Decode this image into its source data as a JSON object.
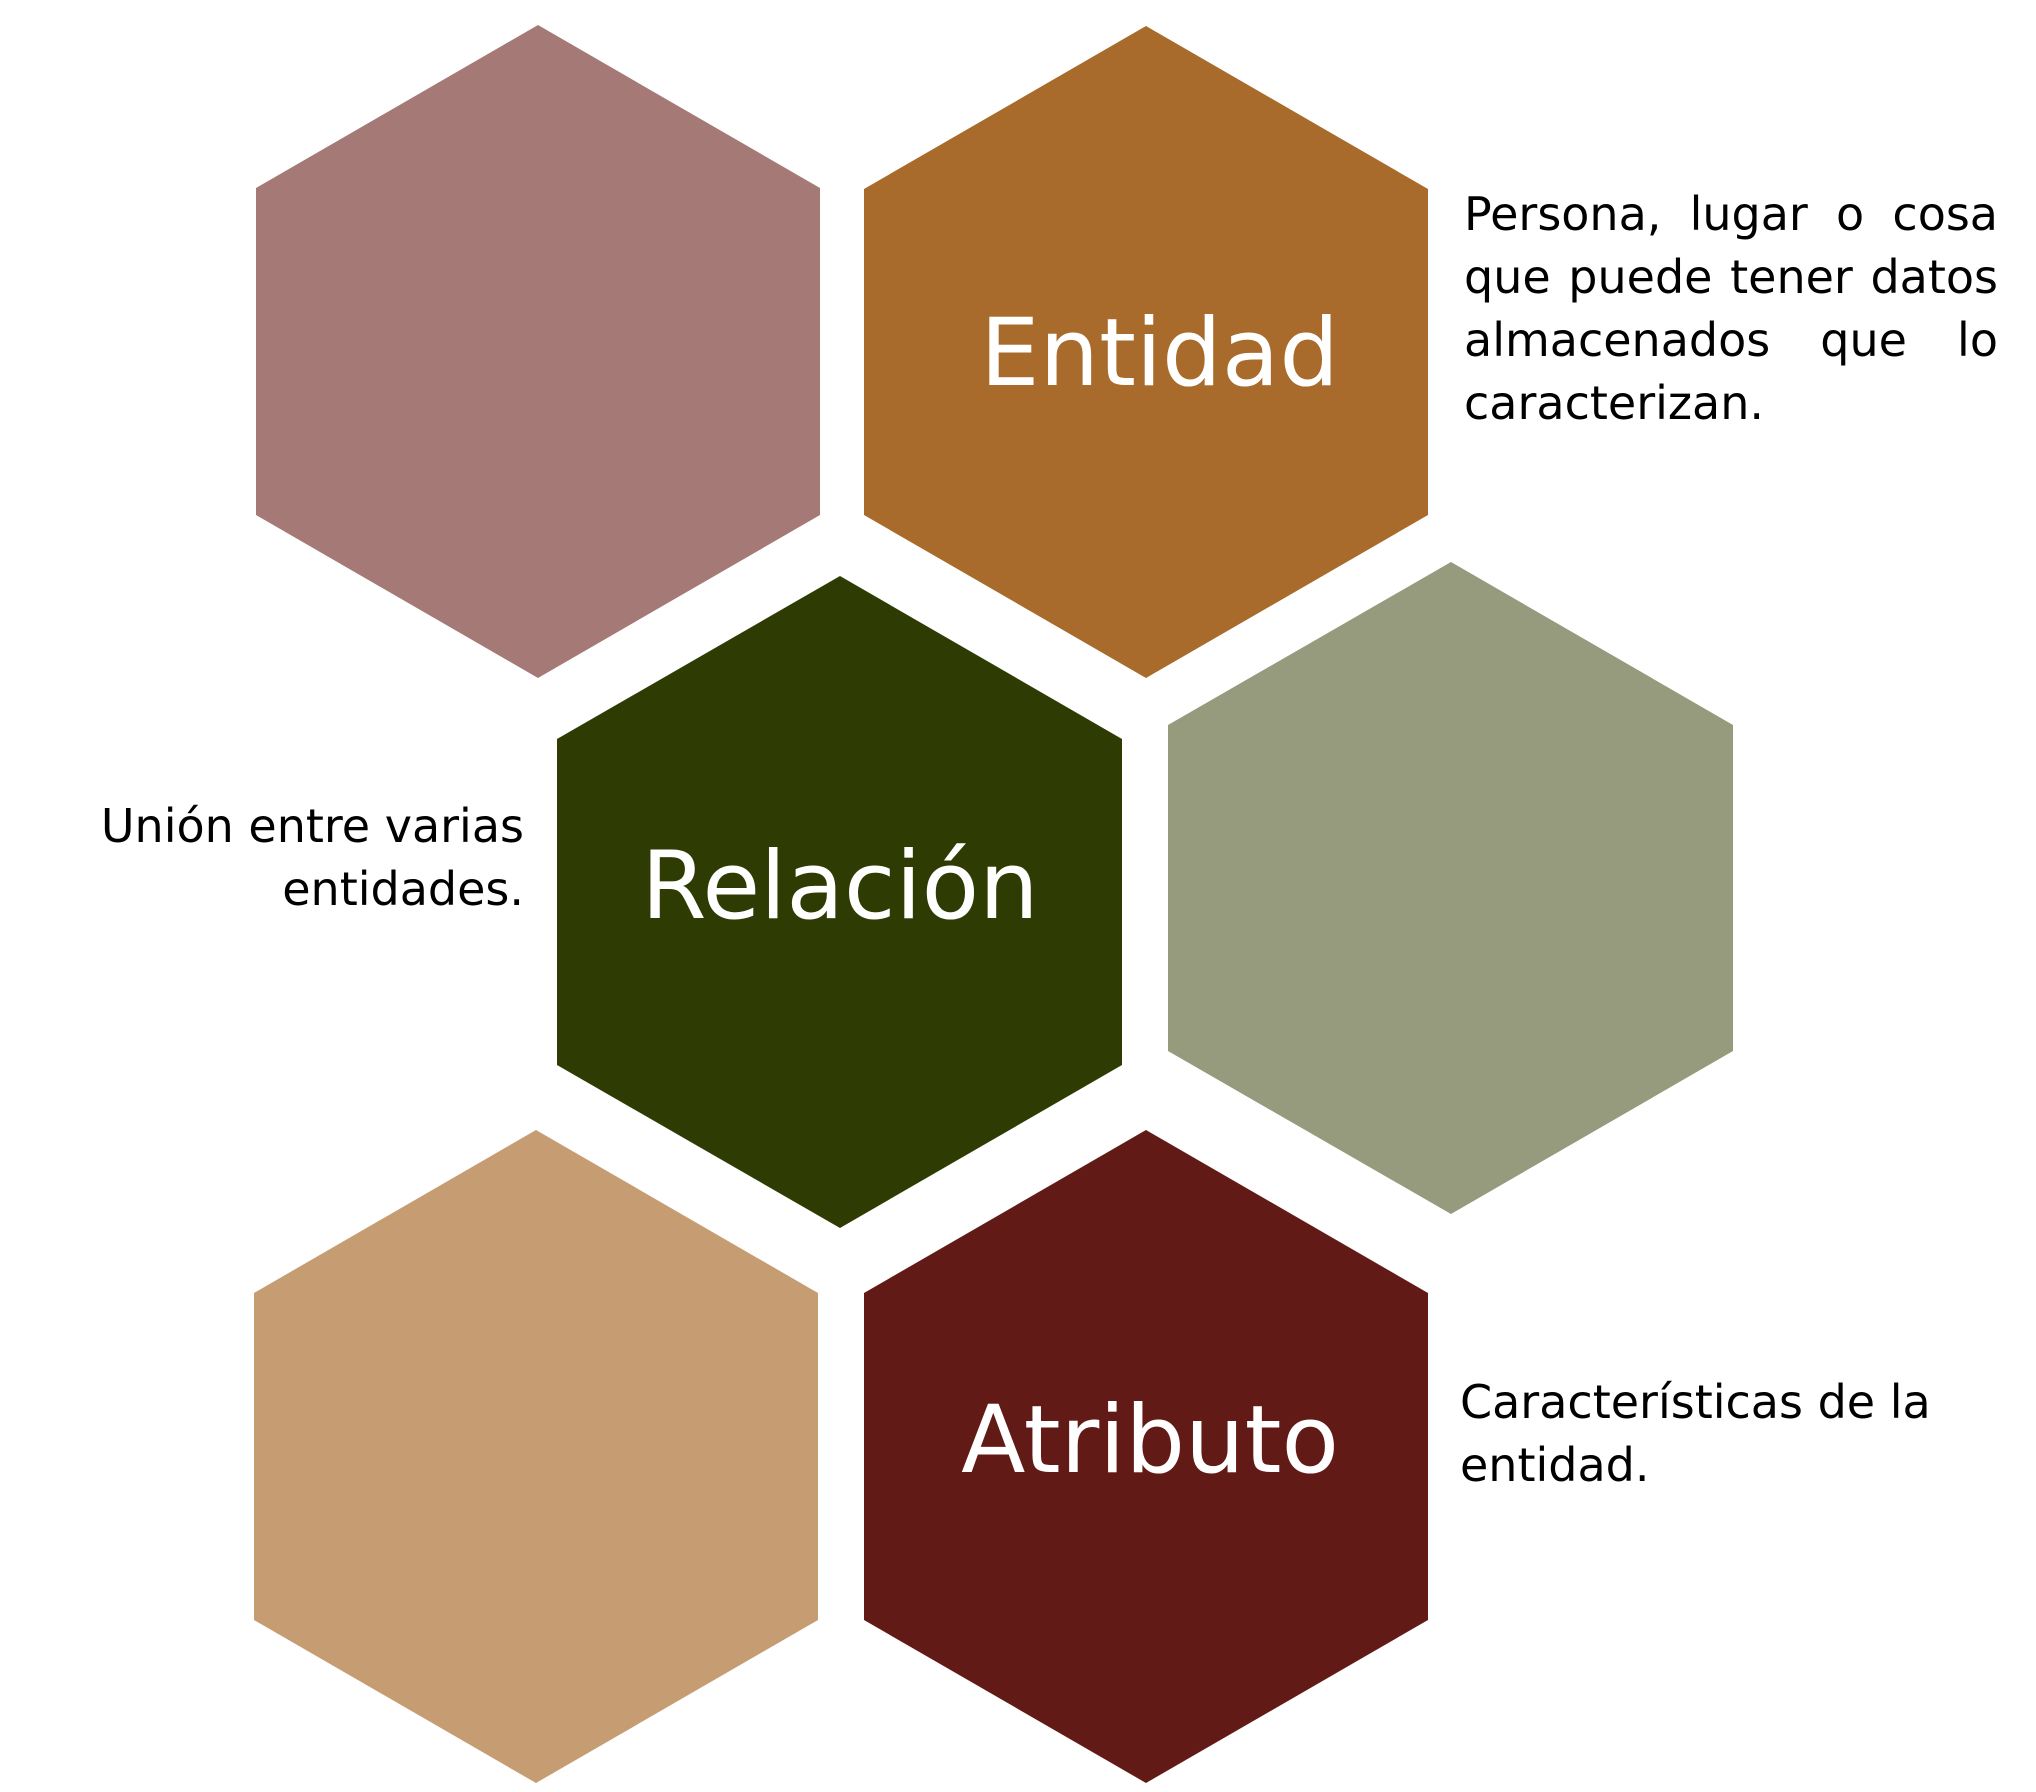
{
  "diagram": {
    "colors": {
      "entidad": "#a96b2b",
      "relacion": "#2e3c04",
      "atributo": "#621a16",
      "mauve": "#a57a76",
      "sage": "#959b7c",
      "tan": "#c69c72",
      "text": "#000000",
      "label_text": "#ffffff"
    },
    "hexagons": {
      "entidad": {
        "label": "Entidad"
      },
      "relacion": {
        "label": "Relación"
      },
      "atributo": {
        "label": "Atributo"
      }
    },
    "descriptions": {
      "entidad": "Persona, lugar o cosa que puede tener datos almacenados que lo caracterizan.",
      "relacion": "Unión entre varias entidades.",
      "atributo": "Características de la entidad."
    }
  }
}
